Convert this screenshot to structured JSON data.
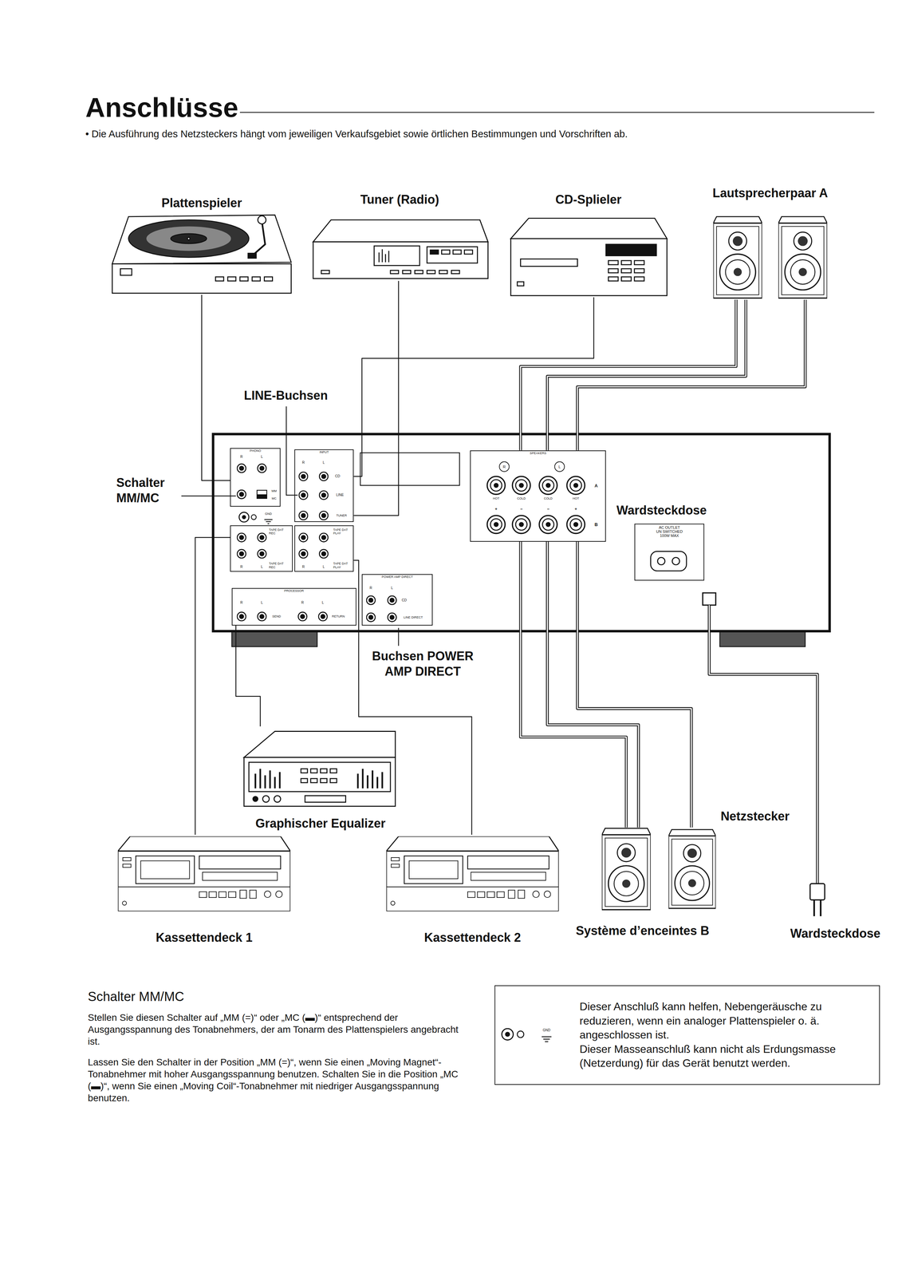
{
  "diagram": {
    "title": "Anschlüsse",
    "nodes": [
      {
        "text": [
          "Plattenspieler"
        ]
      },
      {
        "text": [
          "Tuner (Radio)"
        ]
      },
      {
        "text": [
          "CD-Splieler"
        ]
      },
      {
        "text": [
          "Lautsprecherpaar A"
        ]
      },
      {
        "text": [
          "PHONO"
        ]
      },
      {
        "text": [
          "INPUT"
        ]
      },
      {
        "text": [
          "TAPE DAT REC",
          "TAPE DAT REC"
        ]
      },
      {
        "text": [
          "TAPE DAT PLAY",
          "TAPE DAT PLAY"
        ]
      },
      {
        "text": [
          "PROCESSOR"
        ]
      },
      {
        "text": [
          "POWER AMP DIRECT"
        ]
      },
      {
        "text": [
          "SPEAKERS"
        ]
      },
      {
        "text": [
          "AC OUTLET UN SWITCHED 100W MAX"
        ]
      },
      {
        "text": [
          "Graphischer Equalizer"
        ]
      },
      {
        "text": [
          "Kassettendeck 1"
        ]
      },
      {
        "text": [
          "Kassettendeck 2"
        ]
      },
      {
        "text": [
          "Système d’enceintes B"
        ]
      },
      {
        "text": [
          "Netzstecker",
          "Wardsteckdose"
        ]
      },
      {
        "text": [
          "Dieser Anschluß kann helfen, Nebengeräusche zu reduzieren, wenn ein analoger Plattenspieler o. ä. angeschlossen ist.",
          "Dieser Masseanschluß kann nicht als Erdungsmasse (Netzerdung) für das Gerät benutzt werden."
        ]
      }
    ],
    "edges": [
      {
        "from": 0,
        "to": 4,
        "arrow": "none"
      },
      {
        "from": 1,
        "to": 5,
        "arrow": "none"
      },
      {
        "from": 2,
        "to": 5,
        "arrow": "none"
      },
      {
        "from": 3,
        "to": 10,
        "arrow": "none"
      },
      {
        "from": 13,
        "to": 6,
        "arrow": "none"
      },
      {
        "from": 14,
        "to": 7,
        "arrow": "none"
      },
      {
        "from": 12,
        "to": 8,
        "arrow": "none"
      },
      {
        "from": 15,
        "to": 10,
        "arrow": "none"
      }
    ],
    "labels": [
      "• Die Ausführung des Netzsteckers hängt vom jeweiligen Verkaufsgebiet sowie örtlichen Bestimmungen und Vorschriften ab.",
      "LINE-Buchsen",
      "Schalter MM/MC",
      "Wardsteckdose",
      "Buchsen POWER AMP DIRECT",
      "MM",
      "MC",
      "GND",
      "CD",
      "LINE",
      "TUNER",
      "SEND",
      "RETURN",
      "CD",
      "LINE DIRECT",
      "R",
      "L",
      "A",
      "B",
      "HOT",
      "COLD",
      "COLD",
      "HOT",
      "+",
      "−",
      "−",
      "+",
      "R",
      "L",
      "R",
      "L",
      "R",
      "L",
      "R",
      "L",
      "R",
      "L",
      "R",
      "L",
      "R",
      "L",
      "Schalter MM/MC",
      "Stellen Sie diesen Schalter auf „MM (=)“ oder „MC (▬)“ entsprechend der Ausgangsspannung des Tonabnehmers, der am Tonarm des Plattenspielers angebracht ist.",
      "Lassen Sie den Schalter in der Position „MM (=)“, wenn Sie einen „Moving Magnet“-Tonabnehmer mit hoher Ausgangsspannung benutzen. Schalten Sie in die Position „MC (▬)“, wenn Sie einen „Moving Coil“-Tonabnehmer mit niedriger Ausgangsspannung benutzen.",
      "GND"
    ]
  }
}
